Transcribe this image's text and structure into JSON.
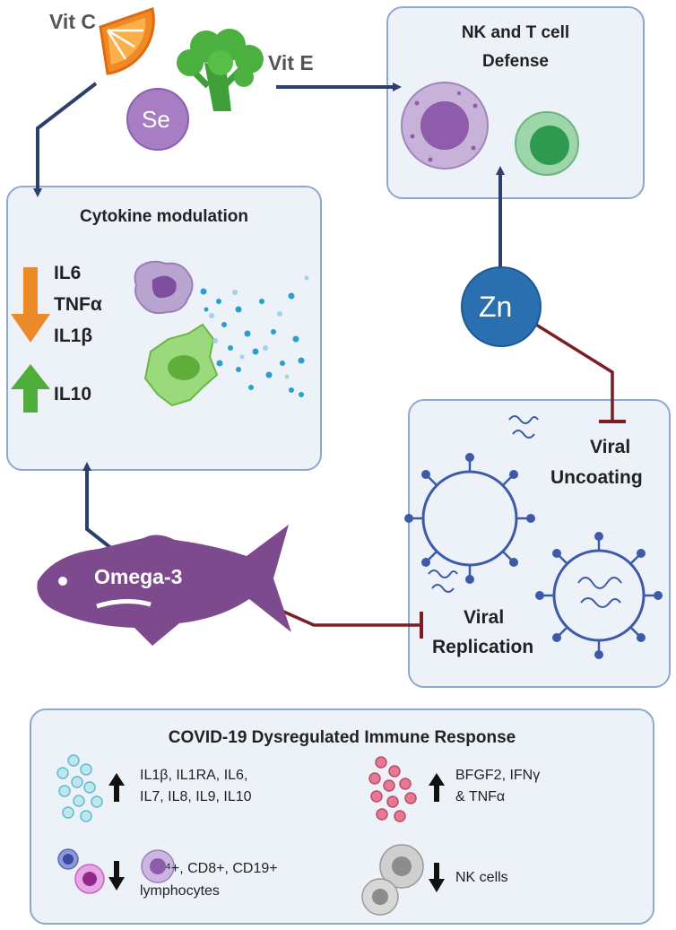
{
  "nutrients": {
    "vit_c": "Vit C",
    "vit_e": "Vit E",
    "se": "Se",
    "zn": "Zn",
    "omega3": "Omega-3"
  },
  "nk_box": {
    "title_line1": "NK and T cell",
    "title_line2": "Defense"
  },
  "cytokine_box": {
    "title": "Cytokine modulation",
    "down_1": "IL6",
    "down_2": "TNFα",
    "down_3": "IL1β",
    "up_1": "IL10"
  },
  "viral_box": {
    "uncoating_line1": "Viral",
    "uncoating_line2": "Uncoating",
    "replication_line1": "Viral",
    "replication_line2": "Replication"
  },
  "covid_box": {
    "title": "COVID-19 Dysregulated Immune Response",
    "q1_line1": "IL1β, IL1RA, IL6,",
    "q1_line2": "IL7, IL8, IL9, IL10",
    "q2_line1": "BFGF2, IFNγ",
    "q2_line2": "& TNFα",
    "q3_line1": "⁴+, CD8+, CD19+",
    "q3_line2": "lymphocytes",
    "q4_line1": "NK cells"
  },
  "colors": {
    "box_fill": "#edf2f9",
    "box_border": "#8fa8cf",
    "activation_arrow": "#2e3f6b",
    "inhibition_line": "#7a1e25",
    "down_arrow": "#ec8a2a",
    "up_arrow": "#4fae3a",
    "fish": "#7e4a8e",
    "virus": "#3d5aa8"
  }
}
